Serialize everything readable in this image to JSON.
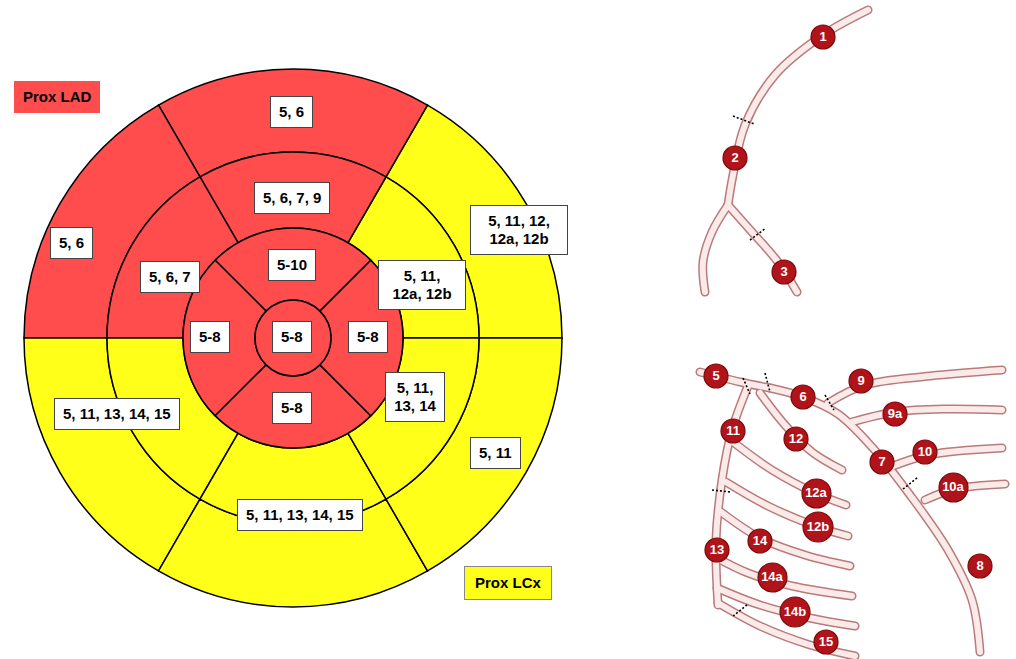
{
  "diagram": {
    "nodes": [
      {
        "text": [
          "Prox LAD"
        ]
      },
      {
        "text": [
          "5, 6"
        ]
      },
      {
        "text": [
          "5, 6, 7, 9"
        ]
      },
      {
        "text": [
          "5, 11, 12, 12a, 12b"
        ]
      },
      {
        "text": [
          "5, 6"
        ]
      },
      {
        "text": [
          "5, 6, 7"
        ]
      },
      {
        "text": [
          "5-10"
        ]
      },
      {
        "text": [
          "5, 11, 12a, 12b"
        ]
      },
      {
        "text": [
          "5-8"
        ]
      },
      {
        "text": [
          "5-8"
        ]
      },
      {
        "text": [
          "5-8"
        ]
      },
      {
        "text": [
          "5, 11, 13, 14, 15"
        ]
      },
      {
        "text": [
          "5, 11, 13, 14"
        ]
      },
      {
        "text": [
          "5-8"
        ]
      },
      {
        "text": [
          "5, 11"
        ]
      },
      {
        "text": [
          "5, 11, 13, 14, 15"
        ]
      },
      {
        "text": [
          "Prox LCx"
        ]
      },
      {
        "text": [
          "1"
        ]
      },
      {
        "text": [
          "2"
        ]
      },
      {
        "text": [
          "3"
        ]
      },
      {
        "text": [
          "5"
        ]
      },
      {
        "text": [
          "6"
        ]
      },
      {
        "text": [
          "9"
        ]
      },
      {
        "text": [
          "9a"
        ]
      },
      {
        "text": [
          "11"
        ]
      },
      {
        "text": [
          "12"
        ]
      },
      {
        "text": [
          "7"
        ]
      },
      {
        "text": [
          "10"
        ]
      },
      {
        "text": [
          "10a"
        ]
      },
      {
        "text": [
          "12a"
        ]
      },
      {
        "text": [
          "12b"
        ]
      },
      {
        "text": [
          "14"
        ]
      },
      {
        "text": [
          "13"
        ]
      },
      {
        "text": [
          "14a"
        ]
      },
      {
        "text": [
          "8"
        ]
      },
      {
        "text": [
          "14b"
        ]
      },
      {
        "text": [
          "15"
        ]
      }
    ]
  }
}
